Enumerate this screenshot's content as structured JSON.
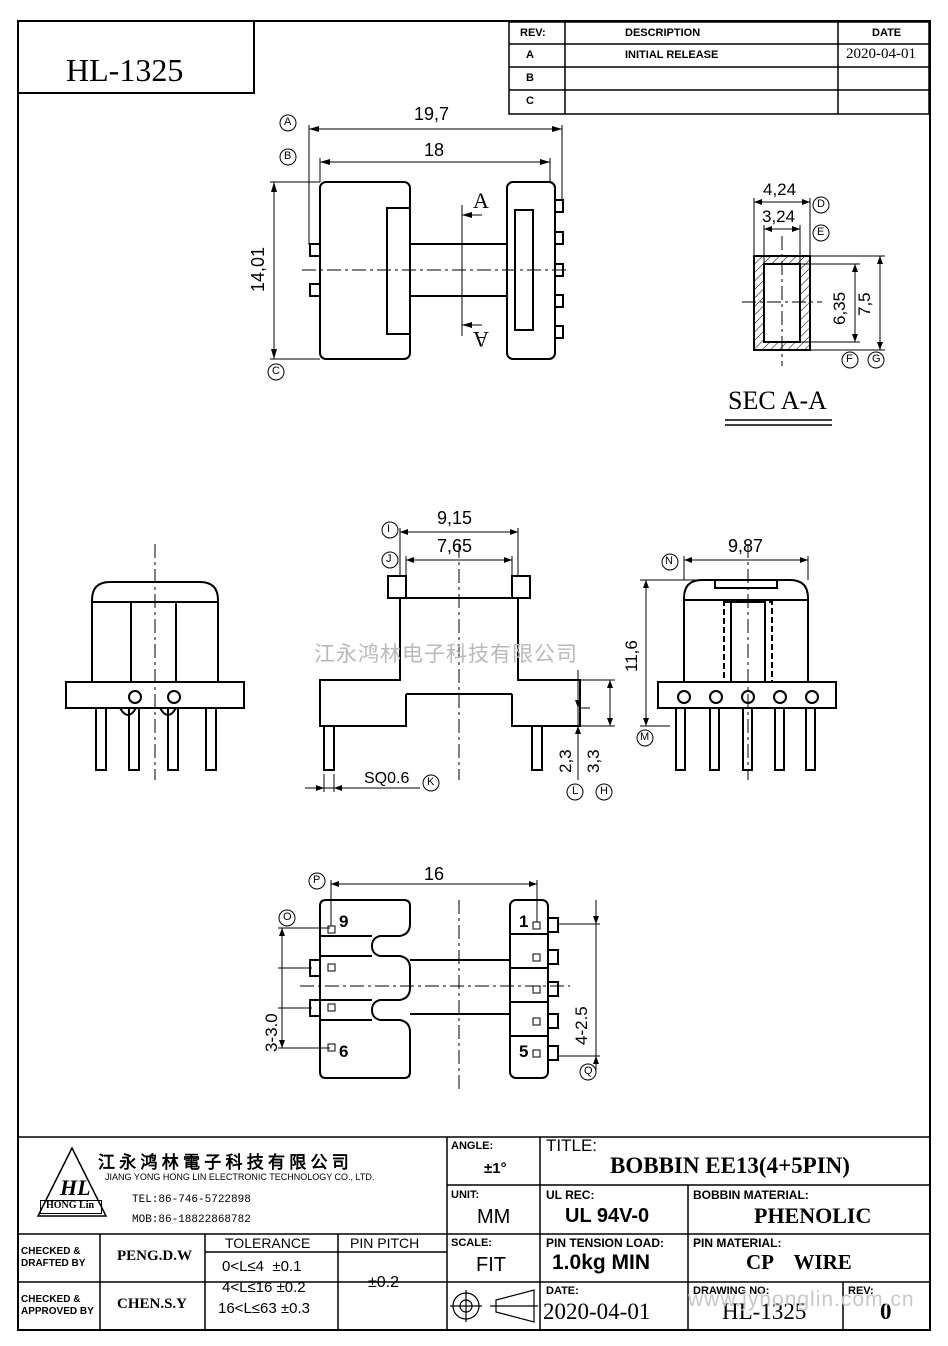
{
  "part_number": "HL-1325",
  "revision_table": {
    "headers": {
      "rev": "REV:",
      "description": "DESCRIPTION",
      "date": "DATE"
    },
    "rows": [
      {
        "rev": "A",
        "description": "INITIAL RELEASE",
        "date": "2020-04-01"
      },
      {
        "rev": "B",
        "description": "",
        "date": ""
      },
      {
        "rev": "C",
        "description": "",
        "date": ""
      }
    ]
  },
  "top_view": {
    "dims": {
      "A": "19,7",
      "B": "18",
      "C": "14,01"
    },
    "markers": {
      "A": "A",
      "B": "B",
      "C": "C"
    },
    "section_mark": "A"
  },
  "section_view": {
    "title": "SEC A-A",
    "dims": {
      "D": "4,24",
      "E": "3,24",
      "F": "6,35",
      "G": "7,5"
    },
    "markers": {
      "D": "D",
      "E": "E",
      "F": "F",
      "G": "G"
    }
  },
  "side_view": {
    "dims": {
      "I": "9,15",
      "J": "7,65",
      "H": "3,3",
      "L": "2,3",
      "K": "SQ0.6"
    },
    "markers": {
      "I": "I",
      "J": "J",
      "H": "H",
      "L": "L",
      "K": "K"
    }
  },
  "right_view": {
    "dims": {
      "N": "9,87",
      "M": "11,6"
    },
    "markers": {
      "N": "N",
      "M": "M"
    }
  },
  "bottom_view": {
    "dims": {
      "P": "16",
      "O": "3-3.0",
      "Q": "4-2.5"
    },
    "markers": {
      "P": "P",
      "O": "O",
      "Q": "Q"
    },
    "pin_labels": [
      "9",
      "6",
      "1",
      "5"
    ]
  },
  "watermark": "江永鸿林电子科技有限公司",
  "title_block": {
    "company_cn": "江 永 鸿 林 電 子 科 技 有 限 公 司",
    "company_en": "JIANG YONG HONG LIN ELECTRONIC TECHNOLOGY CO., LTD.",
    "logo_text": "HL",
    "logo_sub": "HONG Lin",
    "tel": "TEL:86-746-5722898",
    "mob": "MOB:86-18822868782",
    "angle_label": "ANGLE:",
    "angle_value": "±1°",
    "title_label": "TITLE:",
    "title_value": "BOBBIN EE13(4+5PIN)",
    "unit_label": "UNIT:",
    "unit_value": "MM",
    "ul_label": "UL REC:",
    "ul_value": "UL 94V-0",
    "bobbin_material_label": "BOBBIN MATERIAL:",
    "bobbin_material_value": "PHENOLIC",
    "checked_drafted_label_1": "CHECKED &",
    "checked_drafted_label_2": "DRAFTED BY",
    "drafted_by": "PENG.D.W",
    "checked_approved_label_1": "CHECKED &",
    "checked_approved_label_2": "APPROVED BY",
    "approved_by": "CHEN.S.Y",
    "tolerance_label": "TOLERANCE",
    "tolerance_rows": [
      "0<L≤4  ±0.1",
      "4<L≤16 ±0.2",
      "16<L≤63 ±0.3"
    ],
    "pin_pitch_label": "PIN PITCH",
    "pin_pitch_value": "±0.2",
    "scale_label": "SCALE:",
    "scale_value": "FIT",
    "pin_tension_label": "PIN TENSION LOAD:",
    "pin_tension_value": "1.0kg MIN",
    "pin_material_label": "PIN MATERIAL:",
    "pin_material_value": "CP    WIRE",
    "date_label": "DATE:",
    "date_value": "2020-04-01",
    "drawing_no_label": "DRAWING NO:",
    "drawing_no_value": "HL-1325",
    "rev_label": "REV:",
    "rev_value": "0",
    "site_watermark": "www.jyhonglin.com.cn"
  }
}
